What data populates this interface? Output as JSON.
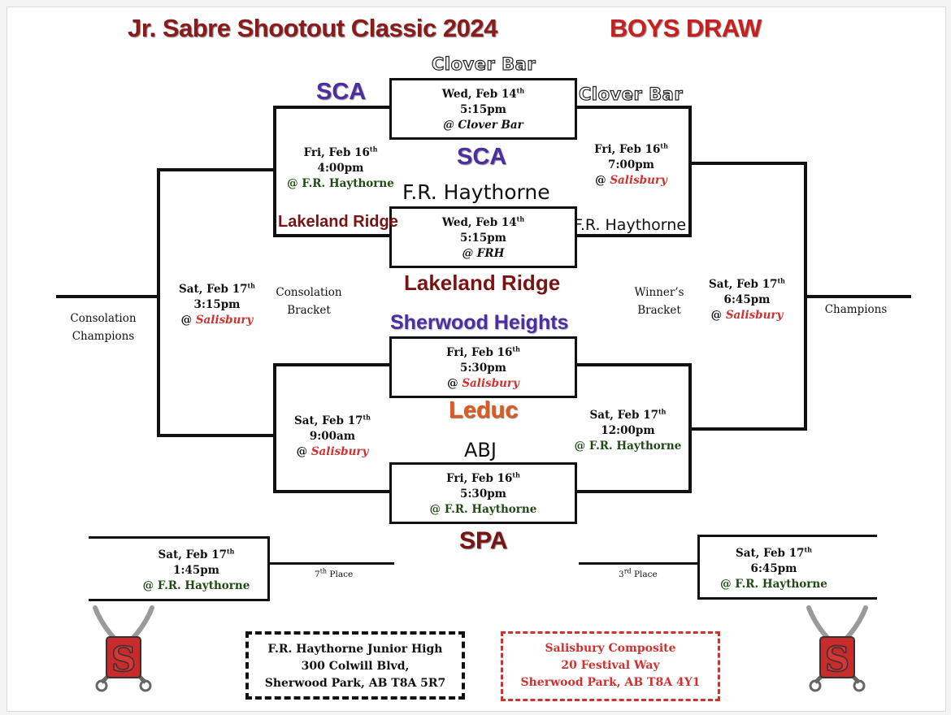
{
  "header": {
    "title": "Jr. Sabre Shootout Classic 2024",
    "draw": "BOYS DRAW"
  },
  "teams": {
    "clover_bar_top": "Clover Bar",
    "clover_bar_right": "Clover Bar",
    "sca_left": "SCA",
    "sca_center": "SCA",
    "fr_haythorne_center": "F.R. Haythorne",
    "fr_haythorne_right": "F.R. Haythorne",
    "lakeland_left": "Lakeland Ridge",
    "lakeland_center": "Lakeland Ridge",
    "sherwood": "Sherwood Heights",
    "leduc": "Leduc",
    "abj": "ABJ",
    "spa": "SPA"
  },
  "games": {
    "g1": {
      "day": "Wed, Feb 14",
      "sup": "th",
      "time": "5:15pm",
      "loc": "@ Clover Bar"
    },
    "g2": {
      "day": "Wed, Feb 14",
      "sup": "th",
      "time": "5:15pm",
      "loc": "@ FRH"
    },
    "g3": {
      "day": "Fri, Feb 16",
      "sup": "th",
      "time": "5:30pm",
      "loc_at": "@ ",
      "loc": "Salisbury"
    },
    "g4": {
      "day": "Fri, Feb 16",
      "sup": "th",
      "time": "5:30pm",
      "loc": "@ F.R. Haythorne"
    },
    "cl1": {
      "day": "Fri, Feb 16",
      "sup": "th",
      "time": "4:00pm",
      "loc": "@ F.R. Haythorne"
    },
    "cr1": {
      "day": "Fri, Feb 16",
      "sup": "th",
      "time": "7:00pm",
      "loc_at": "@ ",
      "loc": "Salisbury"
    },
    "cl2": {
      "day": "Sat, Feb 17",
      "sup": "th",
      "time": "9:00am",
      "loc_at": "@ ",
      "loc": "Salisbury"
    },
    "cr2": {
      "day": "Sat, Feb 17",
      "sup": "th",
      "time": "12:00pm",
      "loc": "@ F.R. Haythorne"
    },
    "consol_final": {
      "day": "Sat, Feb 17",
      "sup": "th",
      "time": "3:15pm",
      "loc_at": "@ ",
      "loc": "Salisbury"
    },
    "final": {
      "day": "Sat, Feb 17",
      "sup": "th",
      "time": "6:45pm",
      "loc_at": "@ ",
      "loc": "Salisbury"
    },
    "seventh": {
      "day": "Sat, Feb 17",
      "sup": "th",
      "time": "1:45pm",
      "loc": "@ F.R. Haythorne"
    },
    "third": {
      "day": "Sat, Feb 17",
      "sup": "th",
      "time": "6:45pm",
      "loc": "@ F.R. Haythorne"
    }
  },
  "labels": {
    "consolation_champions_1": "Consolation",
    "consolation_champions_2": "Champions",
    "consolation_bracket_1": "Consolation",
    "consolation_bracket_2": "Bracket",
    "winners_bracket_1": "Winner’s",
    "winners_bracket_2": "Bracket",
    "champions": "Champions",
    "seventh_place": "Place",
    "seventh_place_num": "7",
    "seventh_place_sup": "th",
    "third_place": "Place",
    "third_place_num": "3",
    "third_place_sup": "rd"
  },
  "venues": {
    "frh": {
      "line1": "F.R. Haythorne Junior High",
      "line2": "300 Colwill Blvd,",
      "line3": "Sherwood Park, AB  T8A 5R7"
    },
    "salisbury": {
      "line1": "Salisbury Composite",
      "line2": "20 Festival Way",
      "line3": "Sherwood Park, AB  T8A 4Y1"
    }
  },
  "logo": {
    "letter": "S",
    "icon": "sabre-logo-icon"
  },
  "colors": {
    "title": "#8b1a1a",
    "draw": "#c8201e",
    "location_green": "#1f4a16",
    "location_red": "#d0312d",
    "sca": "#4b2ea3",
    "leduc": "#e05a1e"
  }
}
